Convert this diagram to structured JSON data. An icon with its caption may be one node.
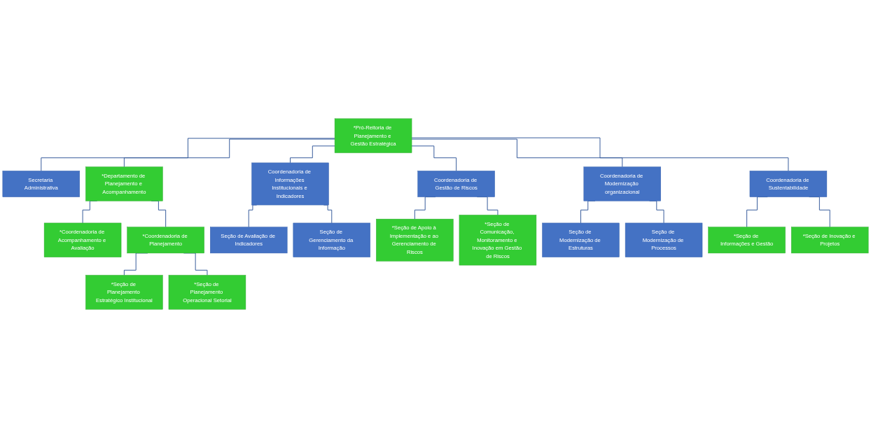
{
  "diagram": {
    "nodes": [
      {
        "text": [
          "*Pró-Reitoria de Planejamento e Gestão Estratégica"
        ]
      },
      {
        "text": [
          "Secretaria Administrativa"
        ]
      },
      {
        "text": [
          "*Departamento de Planejamento e Acompanhamento"
        ]
      },
      {
        "text": [
          "Coordenadoria de Informações Institucionais e Indicadores"
        ]
      },
      {
        "text": [
          "Coordenadoria de Gestão de Riscos"
        ]
      },
      {
        "text": [
          "Coordenadoria de Modernização organizacional"
        ]
      },
      {
        "text": [
          "Coordenadoria de Sustentabilidade"
        ]
      },
      {
        "text": [
          "*Coordenadoria de Acompanhamento e Avaliação"
        ]
      },
      {
        "text": [
          "*Coordenadoria de Planejamento"
        ]
      },
      {
        "text": [
          "*Seção de Planejamento Estratégico Institucional"
        ]
      },
      {
        "text": [
          "*Seção de Planejamento Operacional Setorial"
        ]
      },
      {
        "text": [
          "Seção de Avaliação de Indicadores"
        ]
      },
      {
        "text": [
          "Seção de Gerenciamento da Informação"
        ]
      },
      {
        "text": [
          "*Seção de Apoio à Implementação e ao Gerenciamento de Riscos"
        ]
      },
      {
        "text": [
          "*Seção de Comunicação, Monitoramento e Inovação em Gestão de Riscos"
        ]
      },
      {
        "text": [
          "Seção de Modernização de Estruturas"
        ]
      },
      {
        "text": [
          "Seção de Modernização de Processos"
        ]
      },
      {
        "text": [
          "*Seção de Informações e Gestão"
        ]
      },
      {
        "text": [
          "*Seção de Inovação e Projetos"
        ]
      }
    ],
    "edges": [
      {
        "from": 0,
        "to": 1,
        "arrow": "none"
      },
      {
        "from": 0,
        "to": 2,
        "arrow": "none"
      },
      {
        "from": 0,
        "to": 3,
        "arrow": "none"
      },
      {
        "from": 0,
        "to": 4,
        "arrow": "none"
      },
      {
        "from": 0,
        "to": 5,
        "arrow": "none"
      },
      {
        "from": 0,
        "to": 6,
        "arrow": "none"
      },
      {
        "from": 2,
        "to": 7,
        "arrow": "none"
      },
      {
        "from": 2,
        "to": 8,
        "arrow": "none"
      },
      {
        "from": 8,
        "to": 9,
        "arrow": "none"
      },
      {
        "from": 8,
        "to": 10,
        "arrow": "none"
      },
      {
        "from": 3,
        "to": 11,
        "arrow": "none"
      },
      {
        "from": 3,
        "to": 12,
        "arrow": "none"
      },
      {
        "from": 4,
        "to": 13,
        "arrow": "none"
      },
      {
        "from": 4,
        "to": 14,
        "arrow": "none"
      },
      {
        "from": 5,
        "to": 15,
        "arrow": "none"
      },
      {
        "from": 5,
        "to": 16,
        "arrow": "none"
      },
      {
        "from": 6,
        "to": 17,
        "arrow": "none"
      },
      {
        "from": 6,
        "to": 18,
        "arrow": "none"
      }
    ]
  }
}
